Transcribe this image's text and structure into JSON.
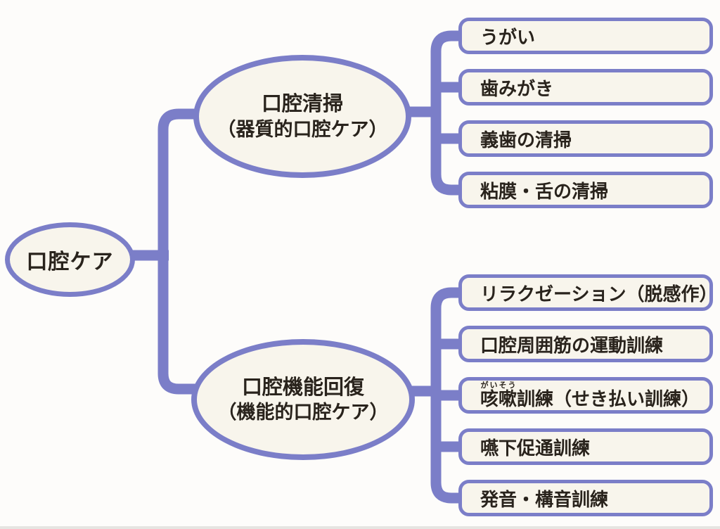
{
  "diagram": {
    "root": {
      "label": "口腔ケア"
    },
    "branches": [
      {
        "label_line1": "口腔清掃",
        "label_line2": "（器質的口腔ケア）",
        "leaves": [
          {
            "text": "うがい"
          },
          {
            "text": "歯みがき"
          },
          {
            "text": "義歯の清掃"
          },
          {
            "text": "粘膜・舌の清掃"
          }
        ]
      },
      {
        "label_line1": "口腔機能回復",
        "label_line2": "（機能的口腔ケア）",
        "leaves": [
          {
            "text": "リラクゼーション（脱感作）"
          },
          {
            "text": "口腔周囲筋の運動訓練"
          },
          {
            "text": "咳嗽訓練（せき払い訓練）",
            "ruby": [
              {
                "base": "咳",
                "rt": "がい"
              },
              {
                "base": "嗽",
                "rt": "そう"
              }
            ],
            "rest": "訓練（せき払い訓練）"
          },
          {
            "text": "嚥下促通訓練"
          },
          {
            "text": "発音・構音訓練"
          }
        ]
      }
    ],
    "colors": {
      "line": "#7b7ec8",
      "node_fill": "#f8f5ec",
      "text": "#29231c",
      "background": "#fdfcfa"
    }
  }
}
